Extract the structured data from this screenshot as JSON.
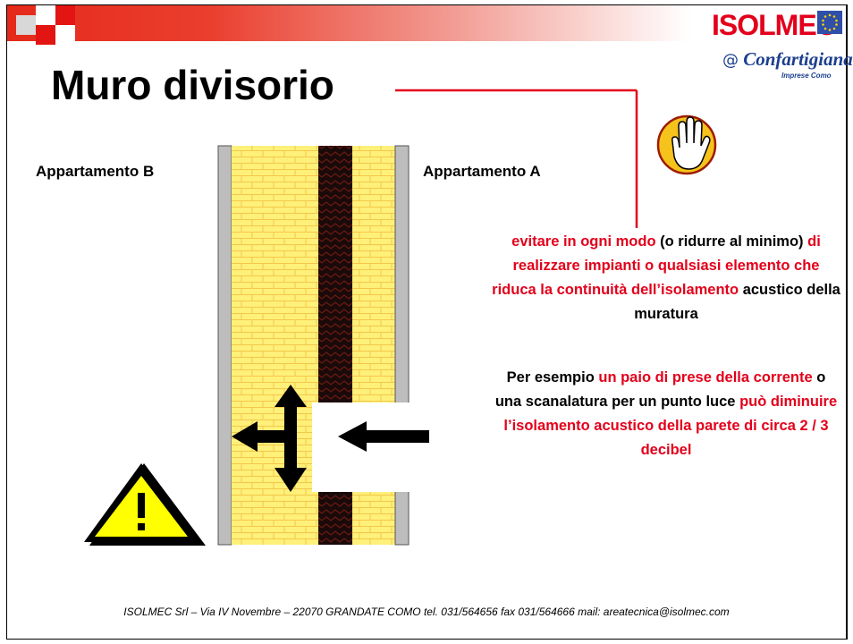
{
  "header": {
    "title": "Muro divisorio",
    "logo_text": "ISOLMEC",
    "partner_at": "@",
    "partner_name": "Confartigianato",
    "partner_sub": "Imprese Como"
  },
  "diagram": {
    "label_left": "Appartamento B",
    "label_right": "Appartamento A"
  },
  "note1": {
    "p1": "evitare in ogni modo",
    "p2": " (o ridurre al minimo) ",
    "p3": "di realizzare impianti o qualsiasi elemento che riduca la continuità dell’isolamento",
    "p4": " acustico della muratura"
  },
  "note2": {
    "p1": "Per esempio ",
    "p2": "un paio di prese della corrente",
    "p3": " o una scanalatura per un punto luce ",
    "p4": "può diminuire l’isolamento acustico della parete di circa 2 / 3 decibel"
  },
  "footer": {
    "text": "ISOLMEC Srl – Via IV Novembre – 22070 GRANDATE COMO   tel. 031/564656  fax 031/564666   mail: areatecnica@isolmec.com"
  },
  "colors": {
    "accent_red": "#e3001b",
    "brick_yellow": "#fff07a",
    "core_dark": "#1a0a0a",
    "plaster_gray": "#bdbdbd",
    "hand_badge": "#f6c21c",
    "warning_yellow": "#ffff00"
  },
  "icons": [
    "hand-stop-icon",
    "warning-icon",
    "eu-flag-icon"
  ]
}
